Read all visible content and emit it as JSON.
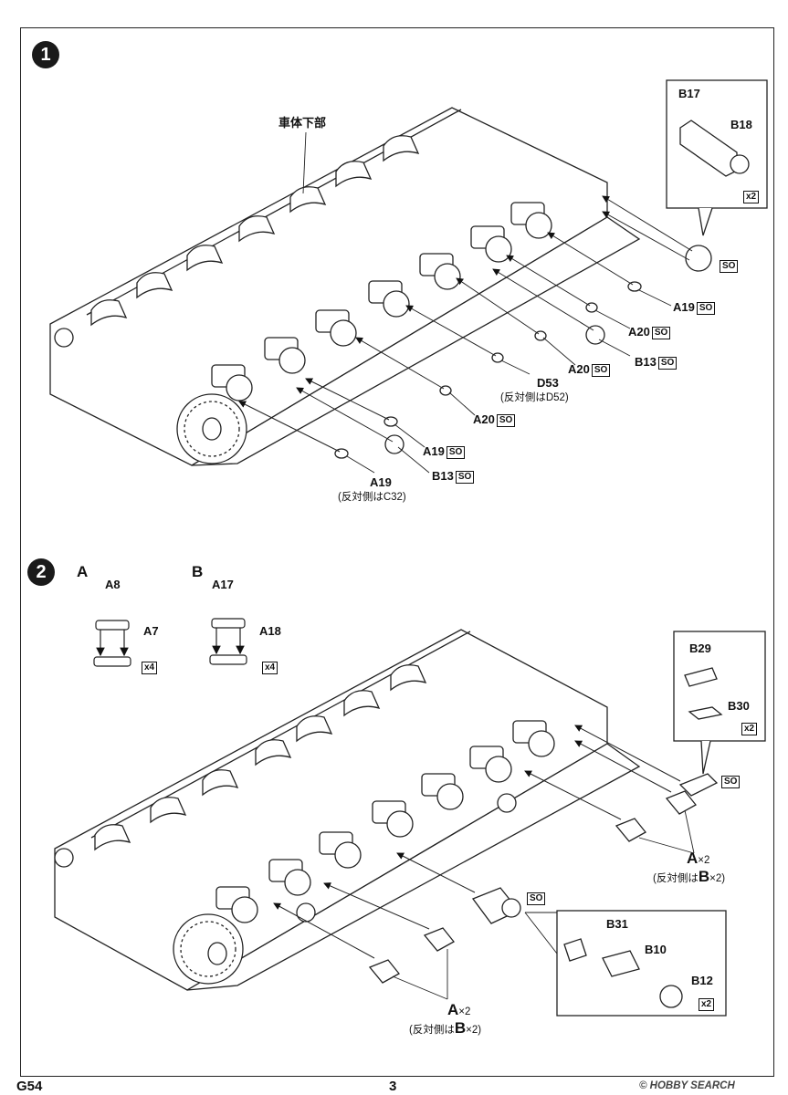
{
  "steps": [
    "1",
    "2"
  ],
  "step1": {
    "hull_label": "車体下部",
    "inset": {
      "p1": "B17",
      "p2": "B18",
      "qty": "x2"
    },
    "inset_so": "SO",
    "labels": [
      {
        "part": "A19",
        "so": "SO"
      },
      {
        "part": "A20",
        "so": "SO"
      },
      {
        "part": "B13",
        "so": "SO"
      },
      {
        "part": "A20",
        "so": "SO"
      },
      {
        "part": "D53",
        "so": ""
      },
      {
        "part": "A20",
        "so": "SO"
      },
      {
        "part": "A19",
        "so": "SO"
      },
      {
        "part": "B13",
        "so": "SO"
      },
      {
        "part": "A19",
        "so": ""
      }
    ],
    "notes": {
      "d53": "(反対側はD52)",
      "a19": "(反対側はC32)"
    }
  },
  "step2": {
    "sub_a": {
      "letter": "A",
      "p1": "A8",
      "p2": "A7",
      "qty": "x4"
    },
    "sub_b": {
      "letter": "B",
      "p1": "A17",
      "p2": "A18",
      "qty": "x4"
    },
    "inset_top": {
      "p1": "B29",
      "p2": "B30",
      "qty": "x2"
    },
    "inset_top_so": "SO",
    "mid_so": "SO",
    "inset_bottom": {
      "p1": "B31",
      "p2": "B10",
      "p3": "B12",
      "qty": "x2"
    },
    "right_callout": {
      "a": "A",
      "a_mult": "×2",
      "note_pre": "(反対側は",
      "b": "B",
      "b_mult": "×2)"
    },
    "bottom_callout": {
      "a": "A",
      "a_mult": "×2",
      "note_pre": "(反対側は",
      "b": "B",
      "b_mult": "×2)"
    }
  },
  "footer": {
    "code": "G54",
    "page": "3",
    "watermark": "© HOBBY SEARCH"
  }
}
